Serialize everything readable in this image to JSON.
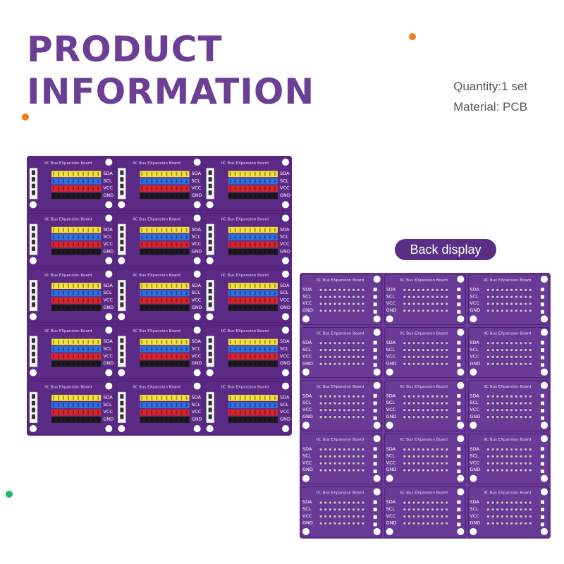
{
  "header": {
    "title_line1": "PRODUCT",
    "title_line2": "INFORMATION",
    "quantity": "Quantity:1 set",
    "material": "Material: PCB"
  },
  "back_label": "Back display",
  "board": {
    "title": "IIC Bus EXpansion Board",
    "pins": [
      "SDA",
      "SCL",
      "VCC",
      "GND"
    ],
    "header_colors": [
      "#f2e23a",
      "#2f6fe0",
      "#d8262b",
      "#1b1b1b"
    ]
  },
  "front_grid": {
    "rows": 5,
    "cols": 3
  },
  "back_grid": {
    "rows": 5,
    "cols": 3
  },
  "colors": {
    "brand_purple": "#6b3f93",
    "pcb_front": "#5b2a85",
    "pcb_back": "#6a3b96",
    "accent_orange": "#f07a1c",
    "accent_green": "#19b96b"
  }
}
